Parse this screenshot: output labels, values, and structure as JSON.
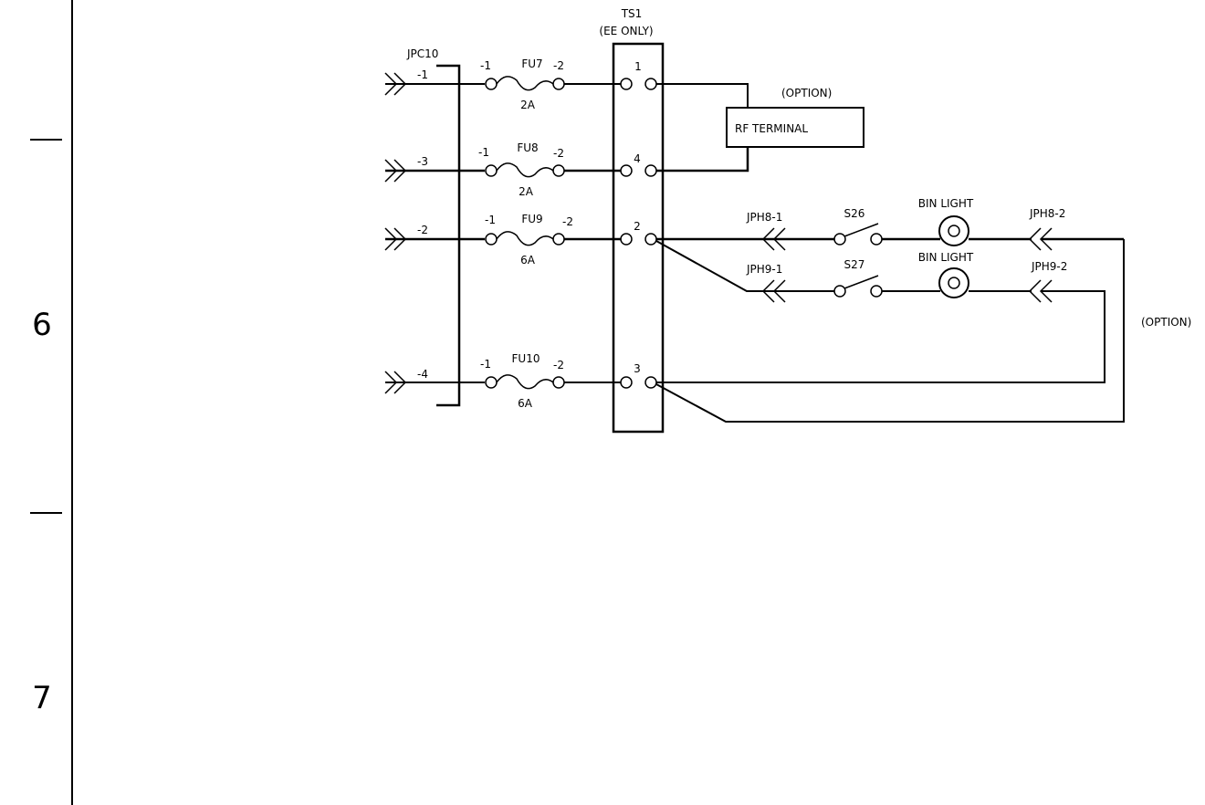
{
  "margin": {
    "zone_6": "6",
    "zone_7": "7"
  },
  "connector_jpc10": {
    "label": "JPC10",
    "pins": [
      "-1",
      "-3",
      "-2",
      "-4"
    ]
  },
  "fuses": [
    {
      "name": "FU7",
      "rating": "2A",
      "pin_in": "-1",
      "pin_out": "-2"
    },
    {
      "name": "FU8",
      "rating": "2A",
      "pin_in": "-1",
      "pin_out": "-2"
    },
    {
      "name": "FU9",
      "rating": "6A",
      "pin_in": "-1",
      "pin_out": "-2"
    },
    {
      "name": "FU10",
      "rating": "6A",
      "pin_in": "-1",
      "pin_out": "-2"
    }
  ],
  "terminal_strip": {
    "name": "TS1",
    "note": "(EE ONLY)",
    "terminals": [
      "1",
      "4",
      "2",
      "3"
    ]
  },
  "rf_terminal": {
    "label": "RF TERMINAL",
    "option": "(OPTION)"
  },
  "bin_light_circuits": [
    {
      "conn_in": "JPH8-1",
      "switch": "S26",
      "lamp": "BIN LIGHT",
      "conn_out": "JPH8-2"
    },
    {
      "conn_in": "JPH9-1",
      "switch": "S27",
      "lamp": "BIN LIGHT",
      "conn_out": "JPH9-2"
    }
  ],
  "bin_light_option": "(OPTION)"
}
